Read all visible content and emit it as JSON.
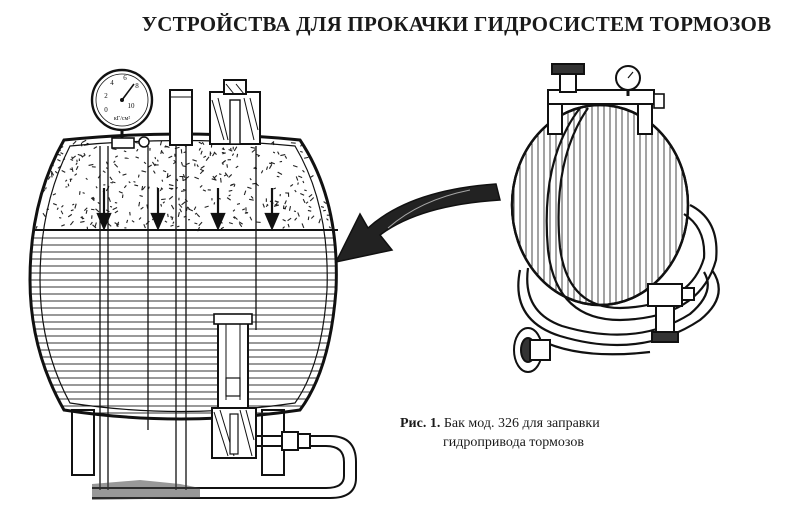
{
  "heading": "УСТРОЙСТВА ДЛЯ ПРОКАЧКИ ГИДРОСИСТЕМ ТОРМОЗОВ",
  "caption": {
    "figure_label": "Рис. 1.",
    "line1": "Бак мод. 326 для заправки",
    "line2": "гидропривода тормозов"
  },
  "gauge": {
    "ticks": [
      "2",
      "4",
      "6",
      "8",
      "10"
    ],
    "zero": "0",
    "unit": "кГ/см²"
  }
}
